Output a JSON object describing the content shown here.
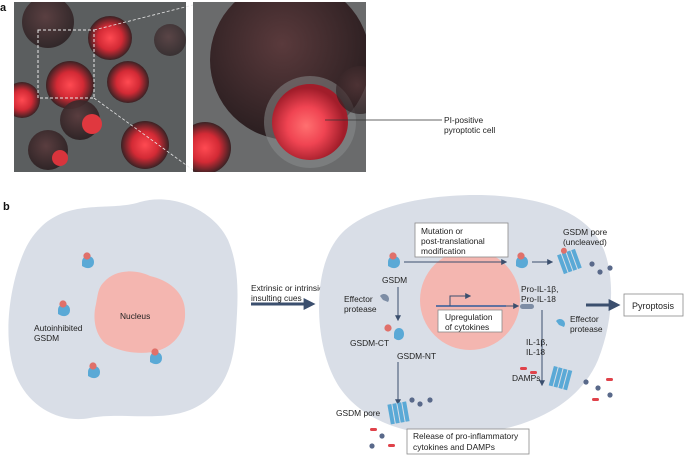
{
  "panel_a": {
    "letter": "a",
    "callout_line1": "PI-positive",
    "callout_line2": "pyroptotic cell"
  },
  "panel_b": {
    "letter": "b",
    "nucleus": "Nucleus",
    "autoinhibited_line1": "Autoinhibited",
    "autoinhibited_line2": "GSDM",
    "cues_line1": "Extrinsic or intrinsic",
    "cues_line2": "insulting cues",
    "mutation_line1": "Mutation or",
    "mutation_line2": "post-translational",
    "mutation_line3": "modification",
    "gsdm": "GSDM",
    "effector_protease_line1": "Effector",
    "effector_protease_line2": "protease",
    "upregulation_line1": "Upregulation",
    "upregulation_line2": "of cytokines",
    "pro_il_line1": "Pro-IL-1β,",
    "pro_il_line2": "Pro-IL-18",
    "effector_protease2_line1": "Effector",
    "effector_protease2_line2": "protease",
    "gsdm_ct": "GSDM-CT",
    "gsdm_nt": "GSDM-NT",
    "il_line1": "IL-1β,",
    "il_line2": "IL-18",
    "damps": "DAMPs",
    "gsdm_pore_uncleaved_line1": "GSDM pore",
    "gsdm_pore_uncleaved_line2": "(uncleaved)",
    "gsdm_pore": "GSDM pore",
    "release_line1": "Release of pro-inflammatory",
    "release_line2": "cytokines and DAMPs",
    "pyroptosis": "Pyroptosis"
  },
  "colors": {
    "cell_fill": "#d9dee7",
    "nucleus_fill": "#f4b6b0",
    "arrow": "#3b4f6e",
    "gsdm_blue": "#5aa9d6",
    "gsdm_red": "#e0706a",
    "protease_grey": "#7d8da5",
    "damp_red": "#e0424a",
    "cytokine_dot": "#59698a"
  }
}
